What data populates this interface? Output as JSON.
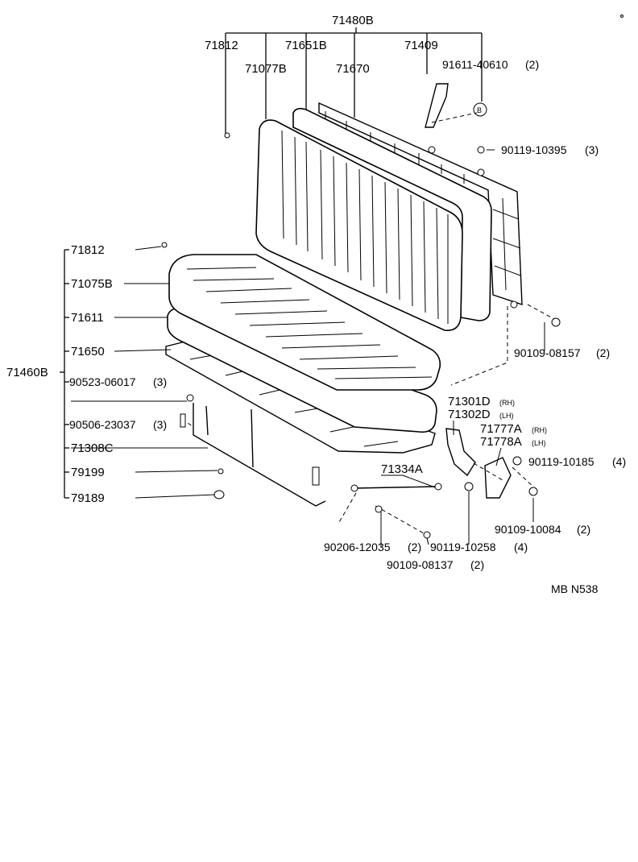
{
  "parts": {
    "assembly_back": "71480B",
    "hook_top": "71812",
    "back_cover": "71651B",
    "back_hinge": "71409",
    "back_bolt_code": "91611-40610",
    "back_bolt_qty": "(2)",
    "back_pad": "71077B",
    "back_frame": "71670",
    "back_screw_code": "90119-10395",
    "back_screw_qty": "(3)",
    "circle_mark": "B",
    "assembly_seat": "71460B",
    "hook_seat": "71812",
    "seat_cover": "71075B",
    "seat_pad": "71611",
    "seat_frame": "71650",
    "clip_code": "90523-06017",
    "clip_qty": "(3)",
    "pin_code": "90506-23037",
    "pin_qty": "(3)",
    "leg": "71308C",
    "bush_a": "79199",
    "bush_b": "79189",
    "frame_bolt_code": "90109-08157",
    "frame_bolt_qty": "(2)",
    "hinge_rh_code": "71301D",
    "hinge_rh_tag": "(RH)",
    "hinge_lh_code": "71302D",
    "hinge_lh_tag": "(LH)",
    "bracket_rh_code": "71777A",
    "bracket_rh_tag": "(RH)",
    "bracket_lh_code": "71778A",
    "bracket_lh_tag": "(LH)",
    "bracket_screw_code": "90119-10185",
    "bracket_screw_qty": "(4)",
    "rod": "71334A",
    "bolt_10084_code": "90109-10084",
    "bolt_10084_qty": "(2)",
    "washer_code": "90206-12035",
    "washer_qty": "(2)",
    "screw_10258_code": "90119-10258",
    "screw_10258_qty": "(4)",
    "bolt_08137_code": "90109-08137",
    "bolt_08137_qty": "(2)"
  },
  "drawing_code": "MB N538"
}
